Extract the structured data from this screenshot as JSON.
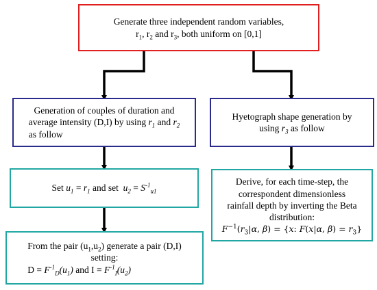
{
  "box_top": {
    "line1": "Generate three independent random variables,",
    "line2": "r₁, r₂ and r₃, both uniform on [0,1]"
  },
  "box_left1": {
    "line1": "Generation of couples of duration and",
    "line2": "average intensity (D,I) by using r₁ and r₂",
    "line3": "as follow"
  },
  "box_right1": {
    "line1": "Hyetograph shape generation by",
    "line2": "using r₃ as follow"
  },
  "box_left2": {
    "text": "Set u₁ = r₁ and set u₂ = S⁻¹u1"
  },
  "box_right2": {
    "line1": "Derive, for each time-step, the",
    "line2": "correspondent dimensionless",
    "line3": "rainfall depth by inverting the Beta",
    "line4": "distribution:",
    "formula": "F⁻¹(r₃|α, β) = {x: F(x|α, β) = r₃}"
  },
  "box_left3": {
    "line1": "From the pair (u₁,u₂) generate a pair (D,I)",
    "line2": "setting:",
    "line3": "D = F⁻¹D(u₁) and I = F⁻¹I(u₂)"
  },
  "colors": {
    "red_border": "#e02020",
    "navy_border": "#2a2a8a",
    "teal_border": "#21a7a3"
  }
}
